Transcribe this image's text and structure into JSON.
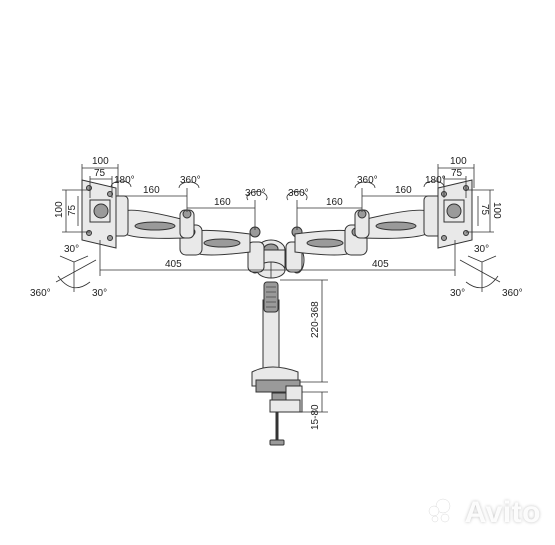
{
  "diagram": {
    "labels": {
      "vesa_outer_left": "100",
      "vesa_inner_left": "75",
      "vesa_outer_right": "100",
      "vesa_inner_right": "75",
      "vesa_v_outer_left": "100",
      "vesa_v_inner_left": "75",
      "vesa_v_outer_right": "100",
      "vesa_v_inner_right": "75",
      "rot_head_left": "180°",
      "rot_head_right": "180°",
      "rot_arm1_left": "360°",
      "rot_arm1_right": "360°",
      "rot_center_left": "360°",
      "rot_center_right": "360°",
      "len_arm_left_a": "160",
      "len_arm_left_b": "160",
      "len_arm_right_a": "160",
      "len_arm_right_b": "160",
      "reach_left": "405",
      "reach_right": "405",
      "tilt_left_up": "30°",
      "tilt_left_down": "30°",
      "swivel_left": "360°",
      "tilt_right_up": "30°",
      "tilt_right_down": "30°",
      "swivel_right": "360°",
      "pole_height": "220-368",
      "clamp_range": "15-80"
    },
    "watermark": "Avito"
  }
}
